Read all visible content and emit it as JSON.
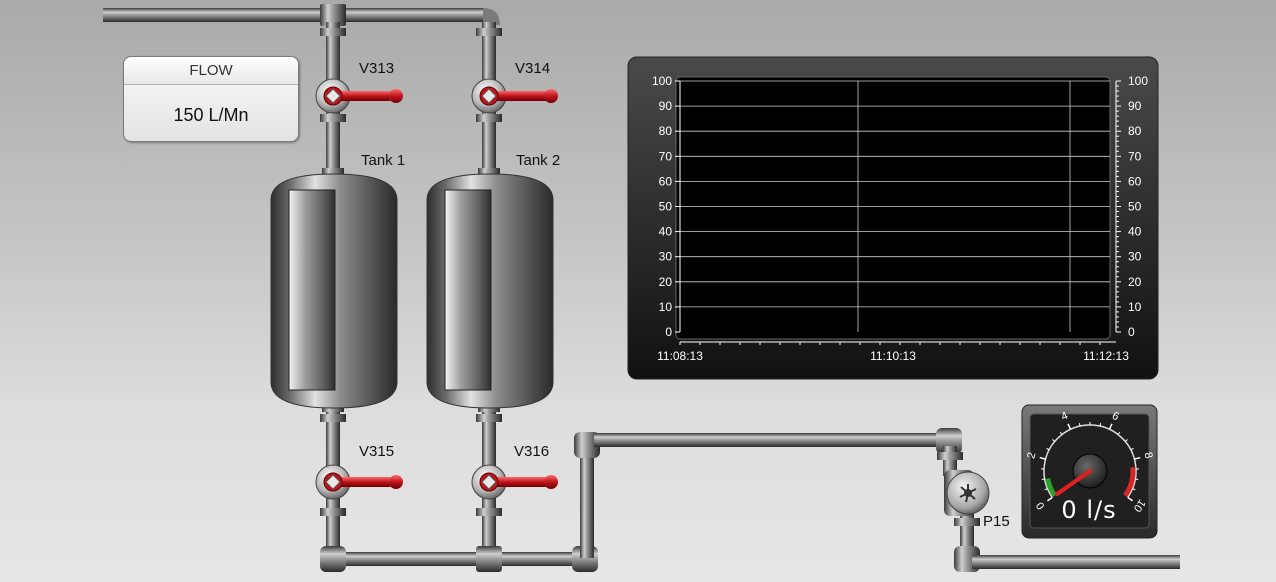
{
  "flow_panel": {
    "title": "FLOW",
    "value": "150 L/Mn"
  },
  "valves": [
    {
      "id": "V313"
    },
    {
      "id": "V314"
    },
    {
      "id": "V315"
    },
    {
      "id": "V316"
    }
  ],
  "tanks": [
    {
      "label": "Tank 1"
    },
    {
      "label": "Tank 2"
    }
  ],
  "pump": {
    "label": "P15"
  },
  "gauge": {
    "readout": "0 l/s",
    "scale_labels": [
      "0",
      "2",
      "4",
      "6",
      "8",
      "10"
    ],
    "needle_value": 0,
    "scale_max": 10,
    "green_zone": [
      0,
      1
    ],
    "red_zone": [
      8.4,
      10
    ]
  },
  "trend_chart": {
    "y_ticks": [
      "0",
      "10",
      "20",
      "30",
      "40",
      "50",
      "60",
      "70",
      "80",
      "90",
      "100"
    ],
    "x_ticks": [
      "11:08:13",
      "11:10:13",
      "11:12:13"
    ]
  },
  "colors": {
    "valve_handle": "#c0141b",
    "chart_background": "#000000",
    "gauge_green": "#2ca02c",
    "gauge_red": "#d62728"
  }
}
